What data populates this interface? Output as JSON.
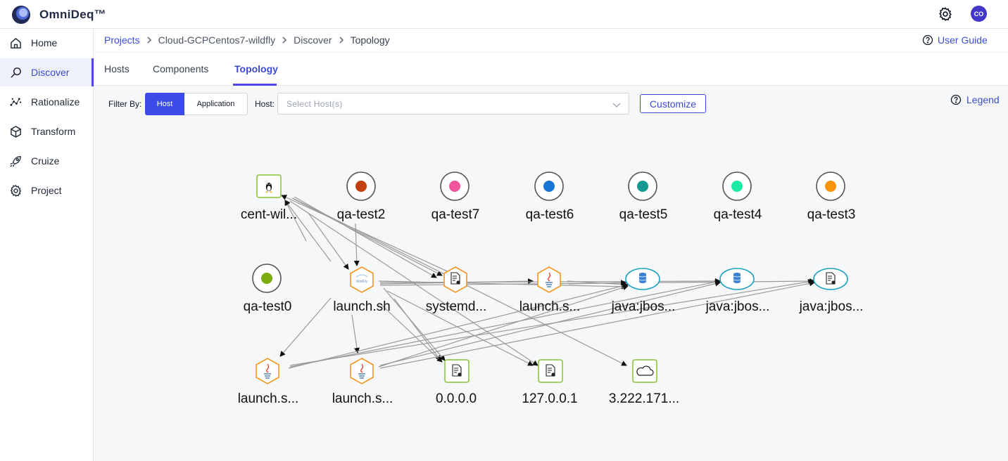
{
  "app": {
    "title": "OmniDeq™",
    "avatar_initials": "CO"
  },
  "sidebar": {
    "items": [
      {
        "label": "Home",
        "icon": "home-icon"
      },
      {
        "label": "Discover",
        "icon": "search-icon",
        "active": true
      },
      {
        "label": "Rationalize",
        "icon": "scatter-icon"
      },
      {
        "label": "Transform",
        "icon": "cube-icon"
      },
      {
        "label": "Cruize",
        "icon": "rocket-icon"
      },
      {
        "label": "Project",
        "icon": "gear-icon"
      }
    ]
  },
  "breadcrumb": [
    "Projects",
    "Cloud-GCPCentos7-wildfly",
    "Discover",
    "Topology"
  ],
  "header": {
    "user_guide": "User Guide"
  },
  "tabs": [
    "Hosts",
    "Components",
    "Topology"
  ],
  "active_tab": "Topology",
  "filters": {
    "filter_by_label": "Filter By:",
    "options": [
      "Host",
      "Application"
    ],
    "selected": "Host",
    "host_label": "Host:",
    "host_placeholder": "Select Host(s)",
    "customize_label": "Customize",
    "legend_label": "Legend"
  },
  "colors": {
    "accent": "#3b4be8",
    "dot_qa_test2": "#c2410c",
    "dot_qa_test7": "#f0569c",
    "dot_qa_test6": "#1776d4",
    "dot_qa_test5": "#119a93",
    "dot_qa_test4": "#1de9a6",
    "dot_qa_test3": "#f9940e",
    "dot_qa_test0": "#7cab0e",
    "host_border": "#86c132",
    "process_border": "#f7941d",
    "db_border": "#1da1c2"
  },
  "topology": {
    "nodes": [
      {
        "id": "cent",
        "label": "cent-wil...",
        "kind": "linux-host"
      },
      {
        "id": "qa2",
        "label": "qa-test2",
        "kind": "host"
      },
      {
        "id": "qa7",
        "label": "qa-test7",
        "kind": "host"
      },
      {
        "id": "qa6",
        "label": "qa-test6",
        "kind": "host"
      },
      {
        "id": "qa5",
        "label": "qa-test5",
        "kind": "host"
      },
      {
        "id": "qa4",
        "label": "qa-test4",
        "kind": "host"
      },
      {
        "id": "qa3",
        "label": "qa-test3",
        "kind": "host"
      },
      {
        "id": "qa0",
        "label": "qa-test0",
        "kind": "host"
      },
      {
        "id": "wildfly",
        "label": "launch.sh",
        "kind": "wildfly-process"
      },
      {
        "id": "systemd",
        "label": "systemd...",
        "kind": "service"
      },
      {
        "id": "launch_s1",
        "label": "launch.s...",
        "kind": "java-process"
      },
      {
        "id": "jboss1",
        "label": "java:jbos...",
        "kind": "database"
      },
      {
        "id": "jboss2",
        "label": "java:jbos...",
        "kind": "database"
      },
      {
        "id": "jboss3",
        "label": "java:jbos...",
        "kind": "config"
      },
      {
        "id": "launch_s2",
        "label": "launch.s...",
        "kind": "java-process"
      },
      {
        "id": "launch_s3",
        "label": "launch.s...",
        "kind": "java-process"
      },
      {
        "id": "ip0",
        "label": "0.0.0.0",
        "kind": "address"
      },
      {
        "id": "ip127",
        "label": "127.0.0.1",
        "kind": "address"
      },
      {
        "id": "ext",
        "label": "3.222.171...",
        "kind": "cloud-address"
      }
    ]
  }
}
